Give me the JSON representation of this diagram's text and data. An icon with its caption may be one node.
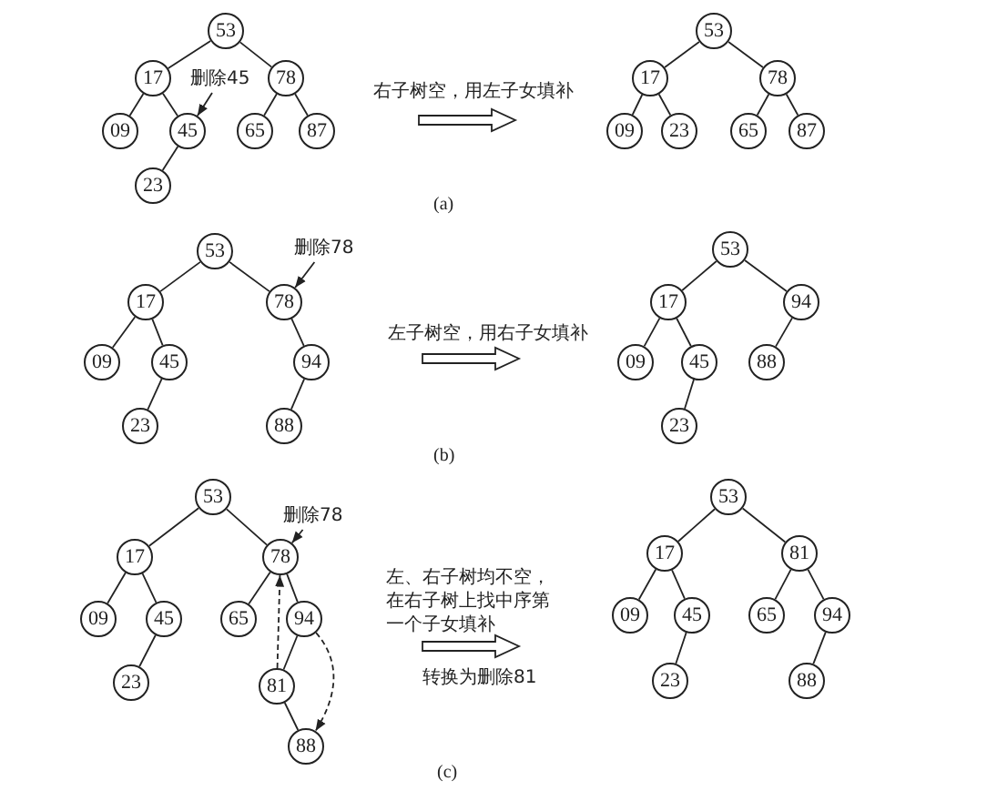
{
  "diagram": {
    "nodes": [
      {
        "text": [
          "53"
        ]
      },
      {
        "text": [
          "17"
        ]
      },
      {
        "text": [
          "78"
        ]
      },
      {
        "text": [
          "删除45"
        ]
      },
      {
        "text": [
          "09"
        ]
      },
      {
        "text": [
          "45"
        ]
      },
      {
        "text": [
          "65"
        ]
      },
      {
        "text": [
          "87"
        ]
      },
      {
        "text": [
          "23"
        ]
      },
      {
        "text": [
          "53"
        ]
      },
      {
        "text": [
          "17"
        ]
      },
      {
        "text": [
          "78"
        ]
      },
      {
        "text": [
          "09"
        ]
      },
      {
        "text": [
          "23"
        ]
      },
      {
        "text": [
          "65"
        ]
      },
      {
        "text": [
          "87"
        ]
      },
      {
        "text": [
          "53"
        ]
      },
      {
        "text": [
          "删除78"
        ]
      },
      {
        "text": [
          "17"
        ]
      },
      {
        "text": [
          "78"
        ]
      },
      {
        "text": [
          "09"
        ]
      },
      {
        "text": [
          "45"
        ]
      },
      {
        "text": [
          "94"
        ]
      },
      {
        "text": [
          "23"
        ]
      },
      {
        "text": [
          "88"
        ]
      },
      {
        "text": [
          "53"
        ]
      },
      {
        "text": [
          "17"
        ]
      },
      {
        "text": [
          "94"
        ]
      },
      {
        "text": [
          "09"
        ]
      },
      {
        "text": [
          "45"
        ]
      },
      {
        "text": [
          "88"
        ]
      },
      {
        "text": [
          "23"
        ]
      },
      {
        "text": [
          "53"
        ]
      },
      {
        "text": [
          "删除78"
        ]
      },
      {
        "text": [
          "17"
        ]
      },
      {
        "text": [
          "78"
        ]
      },
      {
        "text": [
          "09"
        ]
      },
      {
        "text": [
          "45"
        ]
      },
      {
        "text": [
          "65"
        ]
      },
      {
        "text": [
          "94"
        ]
      },
      {
        "text": [
          "23"
        ]
      },
      {
        "text": [
          "81"
        ]
      },
      {
        "text": [
          "88"
        ]
      },
      {
        "text": [
          "53"
        ]
      },
      {
        "text": [
          "17"
        ]
      },
      {
        "text": [
          "81"
        ]
      },
      {
        "text": [
          "09"
        ]
      },
      {
        "text": [
          "45"
        ]
      },
      {
        "text": [
          "65"
        ]
      },
      {
        "text": [
          "94"
        ]
      },
      {
        "text": [
          "23"
        ]
      },
      {
        "text": [
          "88"
        ]
      }
    ],
    "edges": [
      {
        "from": 0,
        "to": 1,
        "arrow": "none"
      },
      {
        "from": 0,
        "to": 2,
        "arrow": "none"
      },
      {
        "from": 1,
        "to": 4,
        "arrow": "none"
      },
      {
        "from": 1,
        "to": 5,
        "arrow": "none"
      },
      {
        "from": 2,
        "to": 6,
        "arrow": "none"
      },
      {
        "from": 2,
        "to": 7,
        "arrow": "none"
      },
      {
        "from": 5,
        "to": 8,
        "arrow": "none"
      },
      {
        "from": 3,
        "to": 5,
        "arrow": "to"
      },
      {
        "from": 9,
        "to": 10,
        "arrow": "none"
      },
      {
        "from": 9,
        "to": 11,
        "arrow": "none"
      },
      {
        "from": 10,
        "to": 12,
        "arrow": "none"
      },
      {
        "from": 10,
        "to": 13,
        "arrow": "none"
      },
      {
        "from": 11,
        "to": 14,
        "arrow": "none"
      },
      {
        "from": 11,
        "to": 15,
        "arrow": "none"
      },
      {
        "from": 16,
        "to": 18,
        "arrow": "none"
      },
      {
        "from": 16,
        "to": 19,
        "arrow": "none"
      },
      {
        "from": 18,
        "to": 20,
        "arrow": "none"
      },
      {
        "from": 18,
        "to": 21,
        "arrow": "none"
      },
      {
        "from": 19,
        "to": 22,
        "arrow": "none"
      },
      {
        "from": 21,
        "to": 23,
        "arrow": "none"
      },
      {
        "from": 22,
        "to": 24,
        "arrow": "none"
      },
      {
        "from": 17,
        "to": 19,
        "arrow": "to"
      },
      {
        "from": 25,
        "to": 26,
        "arrow": "none"
      },
      {
        "from": 25,
        "to": 27,
        "arrow": "none"
      },
      {
        "from": 26,
        "to": 28,
        "arrow": "none"
      },
      {
        "from": 26,
        "to": 29,
        "arrow": "none"
      },
      {
        "from": 27,
        "to": 30,
        "arrow": "none"
      },
      {
        "from": 29,
        "to": 31,
        "arrow": "none"
      },
      {
        "from": 32,
        "to": 34,
        "arrow": "none"
      },
      {
        "from": 32,
        "to": 35,
        "arrow": "none"
      },
      {
        "from": 34,
        "to": 36,
        "arrow": "none"
      },
      {
        "from": 34,
        "to": 37,
        "arrow": "none"
      },
      {
        "from": 35,
        "to": 38,
        "arrow": "none"
      },
      {
        "from": 35,
        "to": 39,
        "arrow": "none"
      },
      {
        "from": 37,
        "to": 40,
        "arrow": "none"
      },
      {
        "from": 39,
        "to": 41,
        "arrow": "none"
      },
      {
        "from": 41,
        "to": 42,
        "arrow": "none"
      },
      {
        "from": 33,
        "to": 35,
        "arrow": "to"
      },
      {
        "from": 41,
        "to": 35,
        "arrow": "to",
        "style": "dashed"
      },
      {
        "from": 39,
        "to": 42,
        "arrow": "to",
        "style": "dashed"
      },
      {
        "from": 43,
        "to": 44,
        "arrow": "none"
      },
      {
        "from": 43,
        "to": 45,
        "arrow": "none"
      },
      {
        "from": 44,
        "to": 46,
        "arrow": "none"
      },
      {
        "from": 44,
        "to": 47,
        "arrow": "none"
      },
      {
        "from": 45,
        "to": 48,
        "arrow": "none"
      },
      {
        "from": 45,
        "to": 49,
        "arrow": "none"
      },
      {
        "from": 47,
        "to": 50,
        "arrow": "none"
      },
      {
        "from": 49,
        "to": 51,
        "arrow": "none"
      }
    ],
    "labels": [
      "右子树空，用左子女填补",
      "(a)",
      "左子树空，用右子女填补",
      "(b)",
      "左、右子树均不空，在右子树上找中序第一个子女填补",
      "转换为删除81",
      "(c)"
    ]
  }
}
